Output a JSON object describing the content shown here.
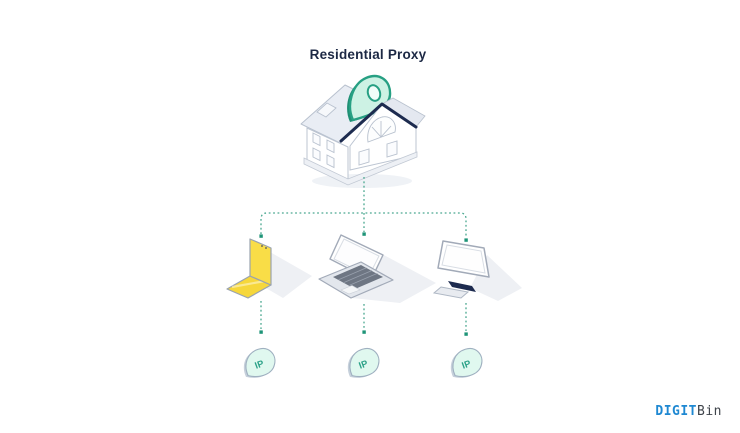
{
  "title": "Residential Proxy",
  "brand": {
    "primary": "DIGIT",
    "secondary": "Bin"
  },
  "diagram": {
    "source": {
      "icon": "house-icon",
      "pin_icon": "location-pin-icon"
    },
    "devices": [
      {
        "icon": "foldable-phone-icon",
        "ip_label": "IP"
      },
      {
        "icon": "laptop-icon",
        "ip_label": "IP"
      },
      {
        "icon": "monitor-icon",
        "ip_label": "IP"
      }
    ]
  },
  "colors": {
    "teal": "#2aa187",
    "teal_dark": "#1f8f74",
    "mint": "#cdf2e4",
    "navy": "#1d2b4f",
    "yellow": "#f7d93e",
    "brand_blue": "#1e88d2",
    "brand_gray": "#3f444b",
    "outline_gray": "#aeb7c6",
    "dashed_line": "#4aa890"
  }
}
